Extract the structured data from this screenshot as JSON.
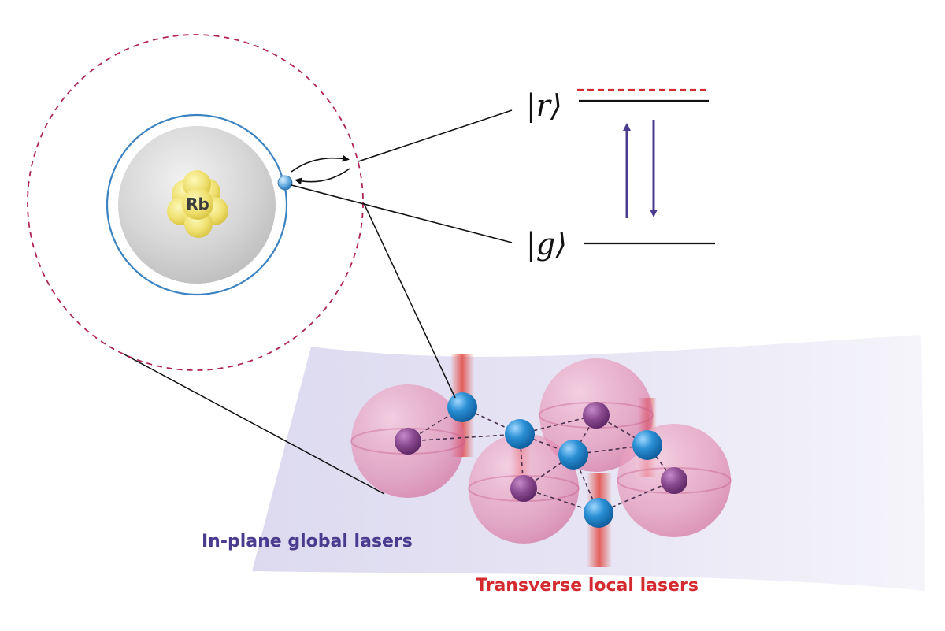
{
  "atom": {
    "label": "Rb"
  },
  "levels": {
    "excited": "|r⟩",
    "ground": "|g⟩"
  },
  "labels": {
    "global": "In-plane global lasers",
    "local": "Transverse local lasers"
  },
  "colors": {
    "orbit": "#3a83c0",
    "dashed_orbit": "#b0245a",
    "rydberg_dash": "#d32a30",
    "arrow": "#4b3b8e",
    "global_text": "#4b3b8e",
    "local_text": "#d32a30",
    "atom_blue": "#1f82c6",
    "atom_purple": "#6d2f77",
    "blockade_pink": "#e07aa0",
    "laser_red": "#e2473f"
  }
}
